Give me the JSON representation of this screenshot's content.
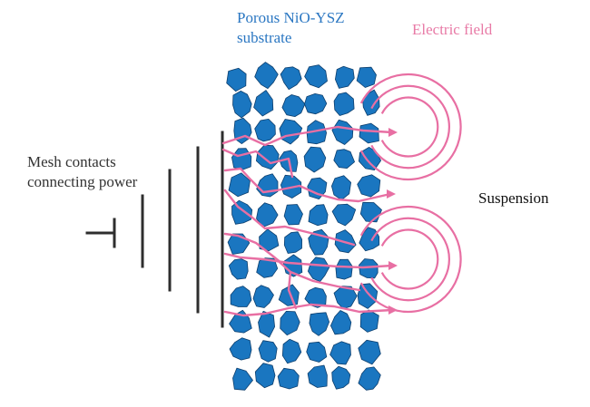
{
  "labels": {
    "substrate": [
      "Porous NiO-YSZ",
      "substrate"
    ],
    "electric_field": "Electric field",
    "mesh_contacts": [
      "Mesh contacts",
      "connecting power"
    ],
    "suspension": "Suspension"
  },
  "colors": {
    "substrate_grain": "#1a76c0",
    "grain_outline": "#0d3f6e",
    "field_lines": "#e86fa3",
    "electrode": "#2e2e2e",
    "label_text": "#333333",
    "substrate_label": "#2b77c2",
    "field_label": "#e87aa6"
  }
}
